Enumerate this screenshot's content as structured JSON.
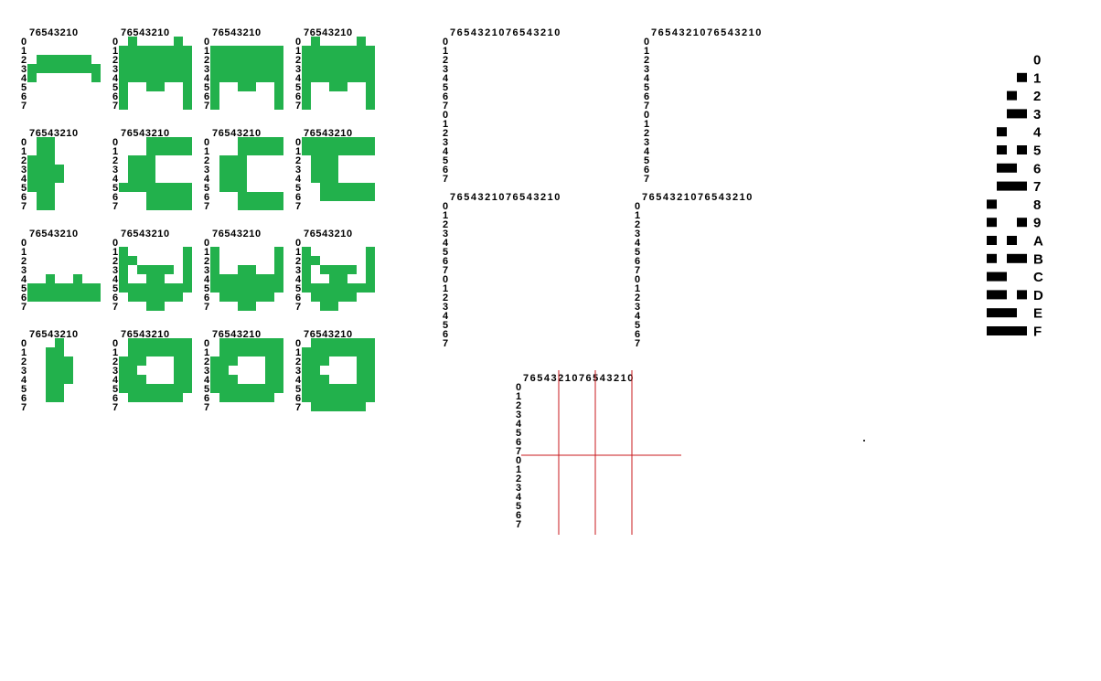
{
  "colors": {
    "pixel": "#22b14c",
    "nibble": "#000000",
    "guide": "#c8181e",
    "background": "#ffffff"
  },
  "header8": "76543210",
  "header16": "7654321076543210",
  "row_digits8": [
    "0",
    "1",
    "2",
    "3",
    "4",
    "5",
    "6",
    "7"
  ],
  "row_digits16": [
    "0",
    "1",
    "2",
    "3",
    "4",
    "5",
    "6",
    "7",
    "0",
    "1",
    "2",
    "3",
    "4",
    "5",
    "6",
    "7"
  ],
  "sprites": [
    {
      "name": "sprite-r0c0",
      "rows": [
        "00000000",
        "00000000",
        "01111110",
        "11111111",
        "10000001",
        "00000000",
        "00000000",
        "00000000"
      ]
    },
    {
      "name": "sprite-r0c1",
      "rows": [
        "01000010",
        "11111111",
        "11111111",
        "11111111",
        "11111111",
        "10011001",
        "10000001",
        "10000001"
      ]
    },
    {
      "name": "sprite-r0c2",
      "rows": [
        "00000000",
        "11111111",
        "11111111",
        "11111111",
        "11111111",
        "10011001",
        "10000001",
        "10000001"
      ]
    },
    {
      "name": "sprite-r0c3",
      "rows": [
        "01000010",
        "11111111",
        "11111111",
        "11111111",
        "11111111",
        "10011001",
        "10000001",
        "10000001"
      ]
    },
    {
      "name": "sprite-r1c0",
      "rows": [
        "01100000",
        "01100000",
        "11100000",
        "11110000",
        "11110000",
        "11100000",
        "01100000",
        "01100000"
      ]
    },
    {
      "name": "sprite-r1c1",
      "rows": [
        "00011111",
        "00011111",
        "01110000",
        "01110000",
        "01110000",
        "11111111",
        "00011111",
        "00011111"
      ]
    },
    {
      "name": "sprite-r1c2",
      "rows": [
        "00011111",
        "00011111",
        "01110000",
        "01110000",
        "01110000",
        "01110000",
        "00011111",
        "00011111"
      ]
    },
    {
      "name": "sprite-r1c3",
      "rows": [
        "11111111",
        "11111111",
        "01110000",
        "01110000",
        "01110000",
        "00111111",
        "00111111",
        "00000000"
      ]
    },
    {
      "name": "sprite-r2c0",
      "rows": [
        "00000000",
        "00000000",
        "00000000",
        "00000000",
        "00100100",
        "11111111",
        "11111111",
        "00000000"
      ]
    },
    {
      "name": "sprite-r2c1",
      "rows": [
        "00000000",
        "10000001",
        "11000001",
        "10111101",
        "10011001",
        "11111111",
        "01111110",
        "00011000"
      ]
    },
    {
      "name": "sprite-r2c2",
      "rows": [
        "00000000",
        "10000001",
        "10000001",
        "10011001",
        "11111111",
        "11111111",
        "01111110",
        "00011000"
      ]
    },
    {
      "name": "sprite-r2c3",
      "rows": [
        "00000000",
        "10000001",
        "11000001",
        "10111101",
        "10011001",
        "11111111",
        "01111100",
        "00110000"
      ]
    },
    {
      "name": "sprite-r3c0",
      "rows": [
        "00010000",
        "00110000",
        "00111000",
        "00111000",
        "00111000",
        "00110000",
        "00110000",
        "00000000"
      ]
    },
    {
      "name": "sprite-r3c1",
      "rows": [
        "01111111",
        "01111111",
        "11100011",
        "11000011",
        "11100011",
        "11111111",
        "01111110",
        "00000000"
      ]
    },
    {
      "name": "sprite-r3c2",
      "rows": [
        "01111111",
        "01111111",
        "11100011",
        "11000011",
        "11100011",
        "11111111",
        "01111110",
        "00000000"
      ]
    },
    {
      "name": "sprite-r3c3",
      "rows": [
        "01111111",
        "11111111",
        "11100011",
        "11000011",
        "11100011",
        "11111111",
        "11111111",
        "01111110"
      ]
    }
  ],
  "hex_table": [
    {
      "label": "0",
      "bits": "0000"
    },
    {
      "label": "1",
      "bits": "0001"
    },
    {
      "label": "2",
      "bits": "0010"
    },
    {
      "label": "3",
      "bits": "0011"
    },
    {
      "label": "4",
      "bits": "0100"
    },
    {
      "label": "5",
      "bits": "0101"
    },
    {
      "label": "6",
      "bits": "0110"
    },
    {
      "label": "7",
      "bits": "0111"
    },
    {
      "label": "8",
      "bits": "1000"
    },
    {
      "label": "9",
      "bits": "1001"
    },
    {
      "label": "A",
      "bits": "1010"
    },
    {
      "label": "B",
      "bits": "1011"
    },
    {
      "label": "C",
      "bits": "1100"
    },
    {
      "label": "D",
      "bits": "1101"
    },
    {
      "label": "E",
      "bits": "1110"
    },
    {
      "label": "F",
      "bits": "1111"
    }
  ]
}
